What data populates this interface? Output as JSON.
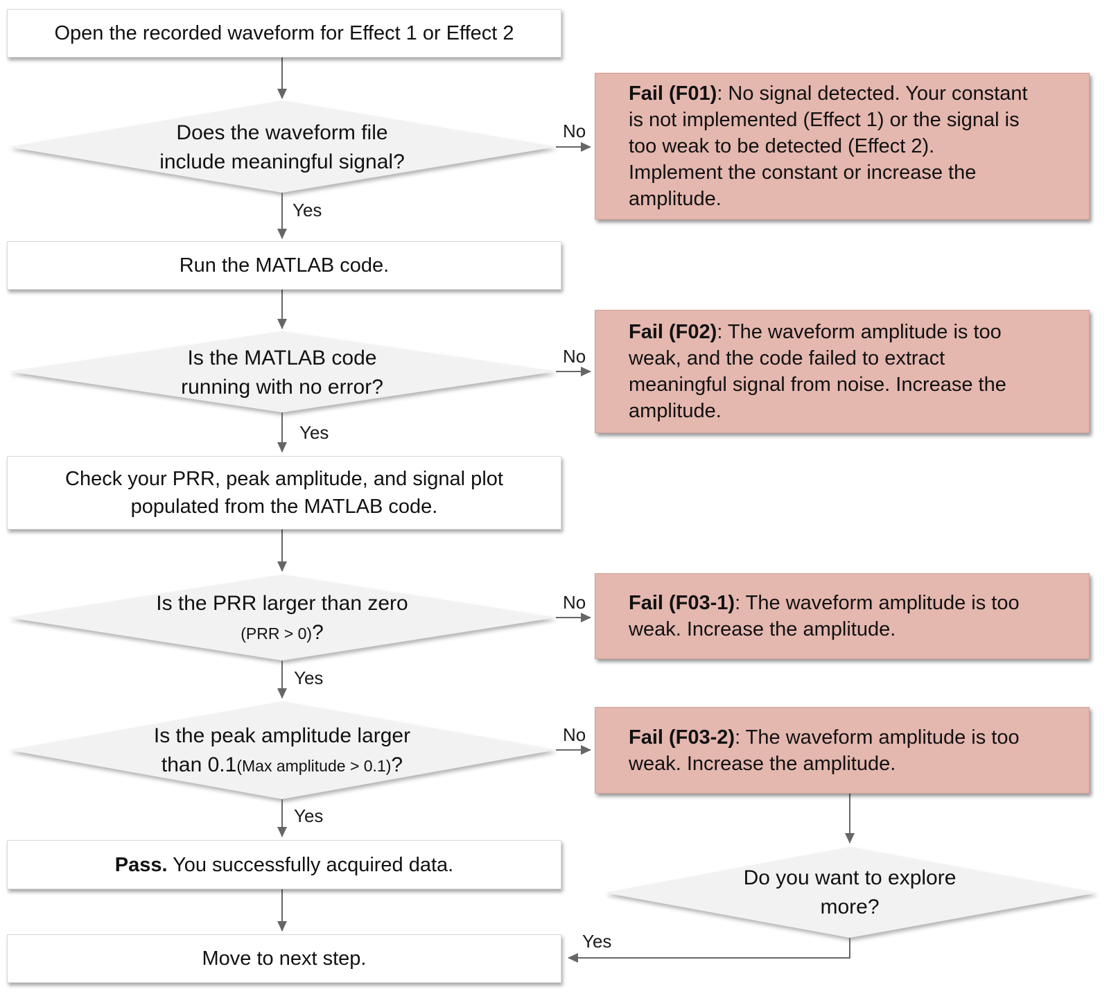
{
  "flowchart": {
    "colors": {
      "fail_box_bg": "#e4b7af",
      "diamond_bg": "#f2f2f2",
      "process_box_bg": "#ffffff",
      "box_border": "#d9d9d9",
      "arrow": "#666666",
      "text": "#111111"
    },
    "nodes": {
      "start": {
        "text": "Open the recorded waveform for Effect 1 or Effect 2"
      },
      "decision_signal": {
        "line1": "Does the waveform file",
        "line2": "include meaningful signal?"
      },
      "run_matlab": {
        "text": "Run the MATLAB code."
      },
      "decision_error": {
        "line1": "Is the MATLAB code",
        "line2": "running with no error?"
      },
      "check_outputs": {
        "line1": "Check your PRR, peak amplitude, and signal plot",
        "line2": "populated from the MATLAB code."
      },
      "decision_prr": {
        "line1": "Is the PRR larger than zero",
        "line2_small": "(PRR > 0)",
        "line2_suffix": "?"
      },
      "decision_amplitude": {
        "line1": "Is the peak amplitude larger",
        "line2_prefix": "than 0.1",
        "line2_small": "(Max amplitude > 0.1)",
        "line2_suffix": "?"
      },
      "pass": {
        "label": "Pass.",
        "text": " You successfully acquired data."
      },
      "next_step": {
        "text": "Move to next step."
      },
      "decision_explore": {
        "line1": "Do you want to explore",
        "line2": "more?"
      },
      "fail_f01": {
        "label": "Fail (F01)",
        "line0": ": No signal detected. Your constant",
        "line1": "is not implemented (Effect 1) or the signal is",
        "line2": "too weak to be detected (Effect 2).",
        "line3": "Implement the constant or increase the",
        "line4": "amplitude."
      },
      "fail_f02": {
        "label": "Fail (F02)",
        "line0": ": The waveform amplitude is too",
        "line1": "weak, and the code failed to extract",
        "line2": "meaningful signal from noise. Increase the",
        "line3": "amplitude."
      },
      "fail_f03_1": {
        "label": "Fail (F03-1)",
        "line0": ": The waveform amplitude is too",
        "line1": "weak. Increase the amplitude."
      },
      "fail_f03_2": {
        "label": "Fail (F03-2)",
        "line0": ": The waveform amplitude is too",
        "line1": "weak. Increase the amplitude."
      }
    },
    "edge_labels": {
      "d1_yes": "Yes",
      "d1_no": "No",
      "d2_yes": "Yes",
      "d2_no": "No",
      "d3_yes": "Yes",
      "d3_no": "No",
      "d4_yes": "Yes",
      "d4_no": "No",
      "d5_yes": "Yes"
    }
  }
}
